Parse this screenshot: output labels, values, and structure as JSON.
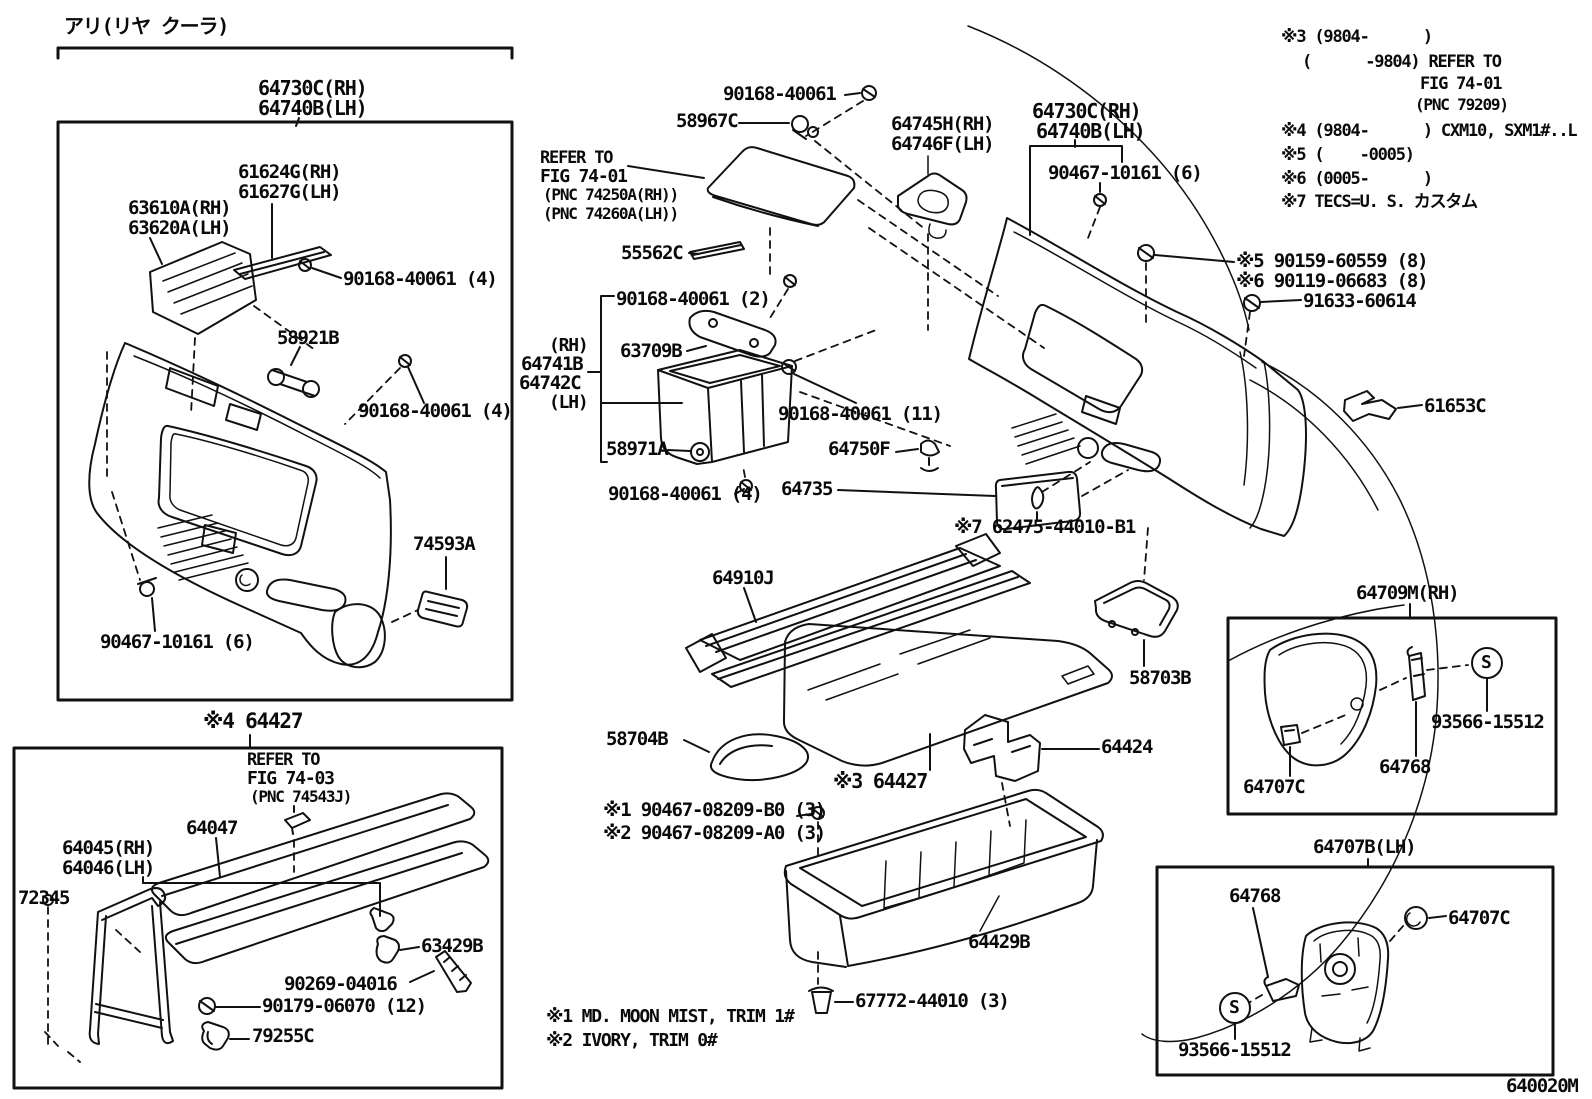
{
  "doc": {
    "figure_code": "640020M",
    "line_color": "#111111",
    "bg_color": "#ffffff"
  },
  "labels": {
    "header": "アリ(リヤ クーラ)",
    "l64730c_a": "64730C(RH)",
    "l64740b_a": "64740B(LH)",
    "l61624g": "61624G(RH)",
    "l61627g": "61627G(LH)",
    "l63610a": "63610A(RH)",
    "l63620a": "63620A(LH)",
    "s90168_4a": "90168-40061 (4)",
    "l58921b": "58921B",
    "s90168_4b": "90168-40061 (4)",
    "l74593a": "74593A",
    "s90467_a": "90467-10161 (6)",
    "t64427_4": "※4 64427",
    "refer_b_1": "REFER TO",
    "refer_b_2": "FIG 74-03",
    "refer_b_3": "(PNC 74543J)",
    "l64047": "64047",
    "l64045": "64045(RH)",
    "l64046": "64046(LH)",
    "l72345": "72345",
    "l63429b": "63429B",
    "s90269": "90269-04016",
    "s90179": "90179-06070 (12)",
    "l79255c": "79255C",
    "s90168_top": "90168-40061",
    "l58967c": "58967C",
    "l64745h": "64745H(RH)",
    "l64746f": "64746F(LH)",
    "refer_a_1": "REFER TO",
    "refer_a_2": "FIG 74-01",
    "refer_a_3": "(PNC 74250A(RH))",
    "refer_a_4": "(PNC 74260A(LH))",
    "l64730c_b": "64730C(RH)",
    "l64740b_b": "64740B(LH)",
    "s90467_b": "90467-10161 (6)",
    "l55562c": "55562C",
    "s90168_2": "90168-40061 (2)",
    "rh": "(RH)",
    "l64741b": "64741B",
    "l64742c": "64742C",
    "lh": "(LH)",
    "l63709b": "63709B",
    "s90168_11": "90168-40061 (11)",
    "l58971a": "58971A",
    "l64750f": "64750F",
    "s90168_4c": "90168-40061 (4)",
    "l64735": "64735",
    "t62475": "※7 62475-44010-B1",
    "t90159": "※5 90159-60559 (8)",
    "t90119": "※6 90119-06683 (8)",
    "s91633": "91633-60614",
    "l61653c": "61653C",
    "l64910j": "64910J",
    "l58704b": "58704B",
    "t64427_3": "※3 64427",
    "l64424": "64424",
    "l58703b": "58703B",
    "t90467_b0": "※1 90467-08209-B0 (3)",
    "t90467_a0": "※2 90467-08209-A0 (3)",
    "l64429b": "64429B",
    "s67772": "67772-44010 (3)",
    "l64709m": "64709M(RH)",
    "s93566_a": "93566-15512",
    "l64768_a": "64768",
    "l64707c_a": "64707C",
    "l64707b": "64707B(LH)",
    "l64768_b": "64768",
    "l64707c_b": "64707C",
    "s93566_b": "93566-15512",
    "s_mark": "S",
    "fig_code": "640020M"
  },
  "footnotes_top_right": [
    "※3 (9804-      )",
    "(      -9804) REFER TO",
    "FIG 74-01",
    "(PNC 79209)",
    "※4 (9804-      ) CXM10, SXM1#..L",
    "※5 (    -0005)",
    "※6 (0005-      )",
    "※7 TECS=U. S. カスタム"
  ],
  "footnotes_bottom": [
    "※1 MD. MOON MIST, TRIM 1#",
    "※2 IVORY, TRIM 0#"
  ]
}
